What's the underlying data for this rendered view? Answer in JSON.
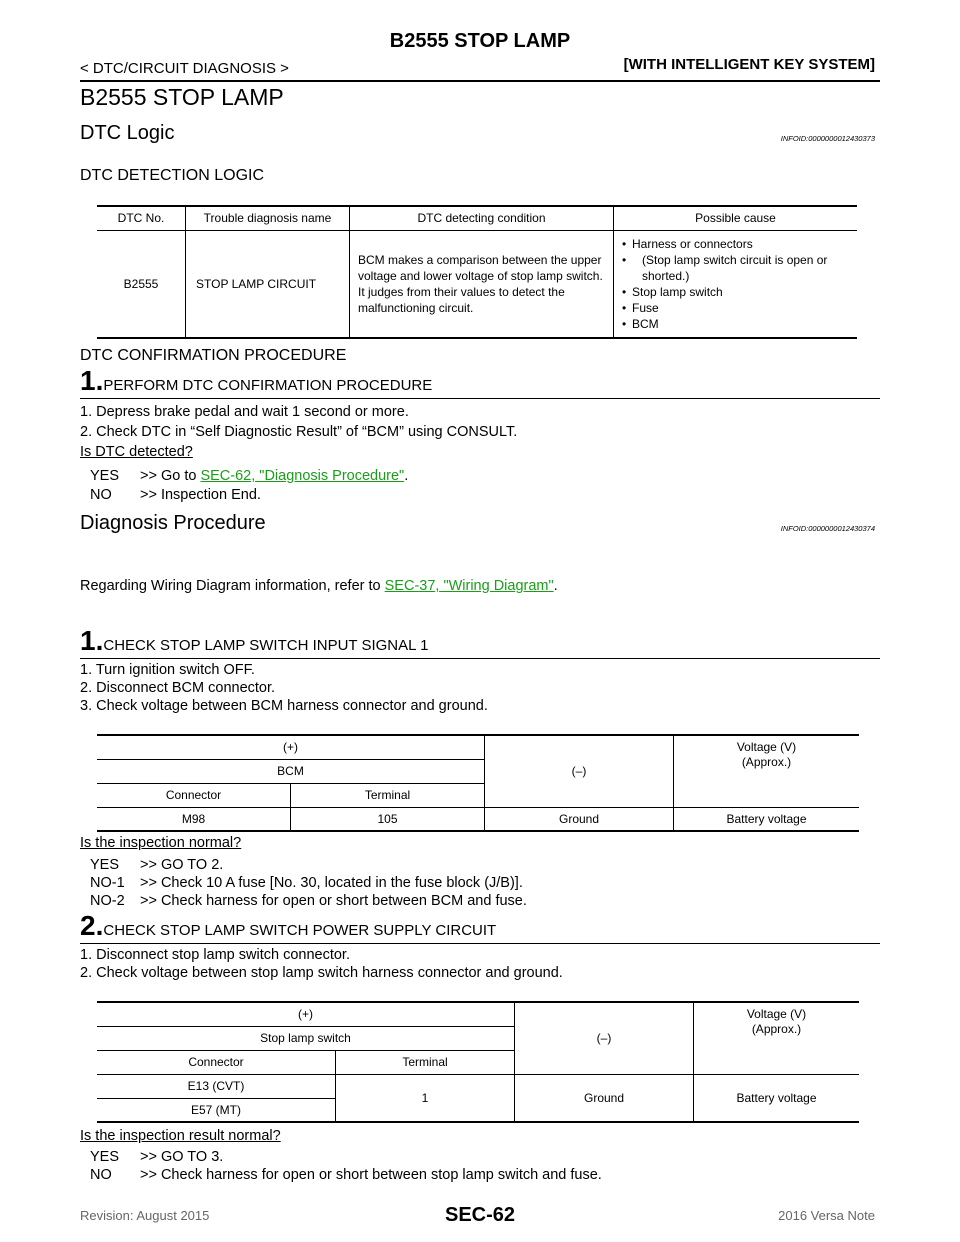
{
  "header": {
    "title": "B2555 STOP LAMP",
    "section": "< DTC/CIRCUIT DIAGNOSIS >",
    "system": "[WITH INTELLIGENT KEY SYSTEM]"
  },
  "page_title": "B2555 STOP LAMP",
  "dtc_logic": {
    "heading": "DTC Logic",
    "infoid": "INFOID:0000000012430373",
    "detection_logic_heading": "DTC DETECTION LOGIC",
    "table": {
      "headers": [
        "DTC No.",
        "Trouble diagnosis name",
        "DTC detecting condition",
        "Possible cause"
      ],
      "dtc_no": "B2555",
      "name": "STOP LAMP CIRCUIT",
      "condition": "BCM makes a comparison between the upper voltage and lower voltage of stop lamp switch. It judges from their values to detect the malfunctioning circuit.",
      "causes": [
        "Harness or connectors",
        "(Stop lamp switch circuit is open or shorted.)",
        "Stop lamp switch",
        "Fuse",
        "BCM"
      ]
    },
    "confirmation_heading": "DTC CONFIRMATION PROCEDURE",
    "step": {
      "num": "1.",
      "title": "PERFORM DTC CONFIRMATION PROCEDURE",
      "lines": [
        "1.   Depress brake pedal and wait 1 second or more.",
        "2.   Check DTC in “Self Diagnostic Result” of “BCM” using CONSULT."
      ],
      "question": "Is DTC detected?",
      "yes_label": "YES",
      "yes_prefix": ">> Go to ",
      "yes_link": "SEC-62, \"Diagnosis Procedure\"",
      "yes_suffix": ".",
      "no_label": "NO",
      "no_text": ">> Inspection End."
    }
  },
  "diagnosis": {
    "heading": "Diagnosis Procedure",
    "infoid": "INFOID:0000000012430374",
    "regarding_prefix": "Regarding Wiring Diagram information, refer to ",
    "regarding_link": "SEC-37, \"Wiring Diagram\"",
    "regarding_suffix": ".",
    "step1": {
      "num": "1.",
      "title": "CHECK STOP LAMP SWITCH INPUT SIGNAL 1",
      "lines": [
        "1.   Turn ignition switch OFF.",
        "2.   Disconnect BCM connector.",
        "3.   Check voltage between BCM harness connector and ground."
      ],
      "table": {
        "plus": "(+)",
        "unit": "BCM",
        "connector": "Connector",
        "terminal": "Terminal",
        "minus": "(–)",
        "voltage": "Voltage (V)",
        "approx": "(Approx.)",
        "row": [
          "M98",
          "105",
          "Ground",
          "Battery voltage"
        ]
      },
      "question": "Is the inspection normal?",
      "answers": [
        {
          "label": "YES",
          "text": ">> GO TO 2."
        },
        {
          "label": "NO-1",
          "text": ">> Check 10 A fuse [No. 30, located in the fuse block (J/B)]."
        },
        {
          "label": "NO-2",
          "text": ">> Check harness for open or short between BCM and fuse."
        }
      ]
    },
    "step2": {
      "num": "2.",
      "title": "CHECK STOP LAMP SWITCH POWER SUPPLY CIRCUIT",
      "lines": [
        "1.   Disconnect stop lamp switch connector.",
        "2.   Check voltage between stop lamp switch harness connector and ground."
      ],
      "table": {
        "plus": "(+)",
        "unit": "Stop lamp switch",
        "connector": "Connector",
        "terminal": "Terminal",
        "minus": "(–)",
        "voltage": "Voltage (V)",
        "approx": "(Approx.)",
        "conn1": "E13 (CVT)",
        "conn2": "E57 (MT)",
        "term": "1",
        "ground": "Ground",
        "value": "Battery voltage"
      },
      "question": "Is the inspection result normal?",
      "answers": [
        {
          "label": "YES",
          "text": ">> GO TO 3."
        },
        {
          "label": "NO",
          "text": ">> Check harness for open or short between stop lamp switch and fuse."
        }
      ]
    }
  },
  "footer": {
    "revision": "Revision: August 2015",
    "page_id": "SEC-62",
    "model": "2016 Versa Note"
  }
}
